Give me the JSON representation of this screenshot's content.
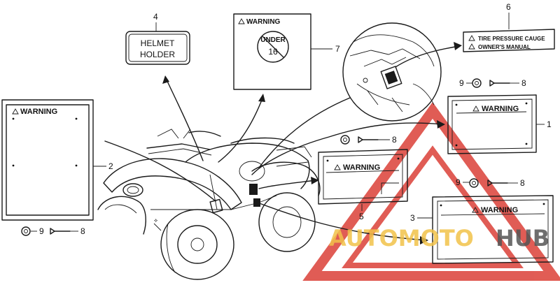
{
  "labels": {
    "helmet_holder_line1": "HELMET",
    "helmet_holder_line2": "HOLDER",
    "tire_pressure_line1": "TIRE PRESSURE CAUGE",
    "tire_pressure_line2": "OWNER'S MANUAL",
    "warning": "WARNING",
    "age_sticker_top": "UNDER",
    "age_sticker_num": "16"
  },
  "callouts": {
    "c1": "1",
    "c2": "2",
    "c3": "3",
    "c4": "4",
    "c5": "5",
    "c6": "6",
    "c7": "7",
    "c8a": "8",
    "c8b": "8",
    "c8c": "8",
    "c8d": "8",
    "c9a": "9",
    "c9b": "9",
    "c9c": "9"
  },
  "watermark": {
    "auto": "AUTOMOTO",
    "hub": "HUB",
    "accent_color": "#d9342b",
    "text_color": "#f2c24a"
  }
}
